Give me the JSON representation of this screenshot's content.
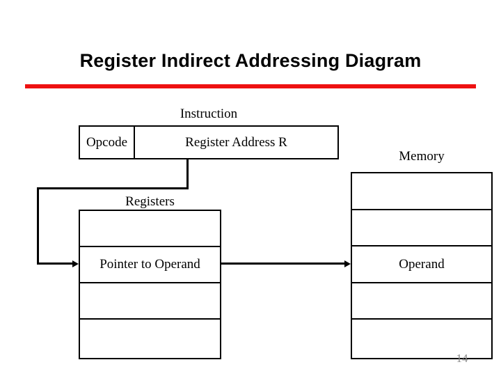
{
  "slide": {
    "title": "Register Indirect Addressing Diagram",
    "accent_color": "#ee1111",
    "page_number": "14"
  },
  "instruction": {
    "caption": "Instruction",
    "opcode_label": "Opcode",
    "address_label": "Register Address R"
  },
  "registers": {
    "caption": "Registers",
    "rows": [
      {
        "label": ""
      },
      {
        "label": "Pointer to Operand"
      },
      {
        "label": ""
      },
      {
        "label": ""
      }
    ]
  },
  "memory": {
    "caption": "Memory",
    "rows": [
      {
        "label": ""
      },
      {
        "label": ""
      },
      {
        "label": "Operand"
      },
      {
        "label": ""
      },
      {
        "label": ""
      }
    ]
  },
  "connectors": [
    {
      "name": "instruction-to-registers",
      "arrow": "arrow-right-icon"
    },
    {
      "name": "registers-to-memory",
      "arrow": "arrow-right-icon"
    }
  ]
}
